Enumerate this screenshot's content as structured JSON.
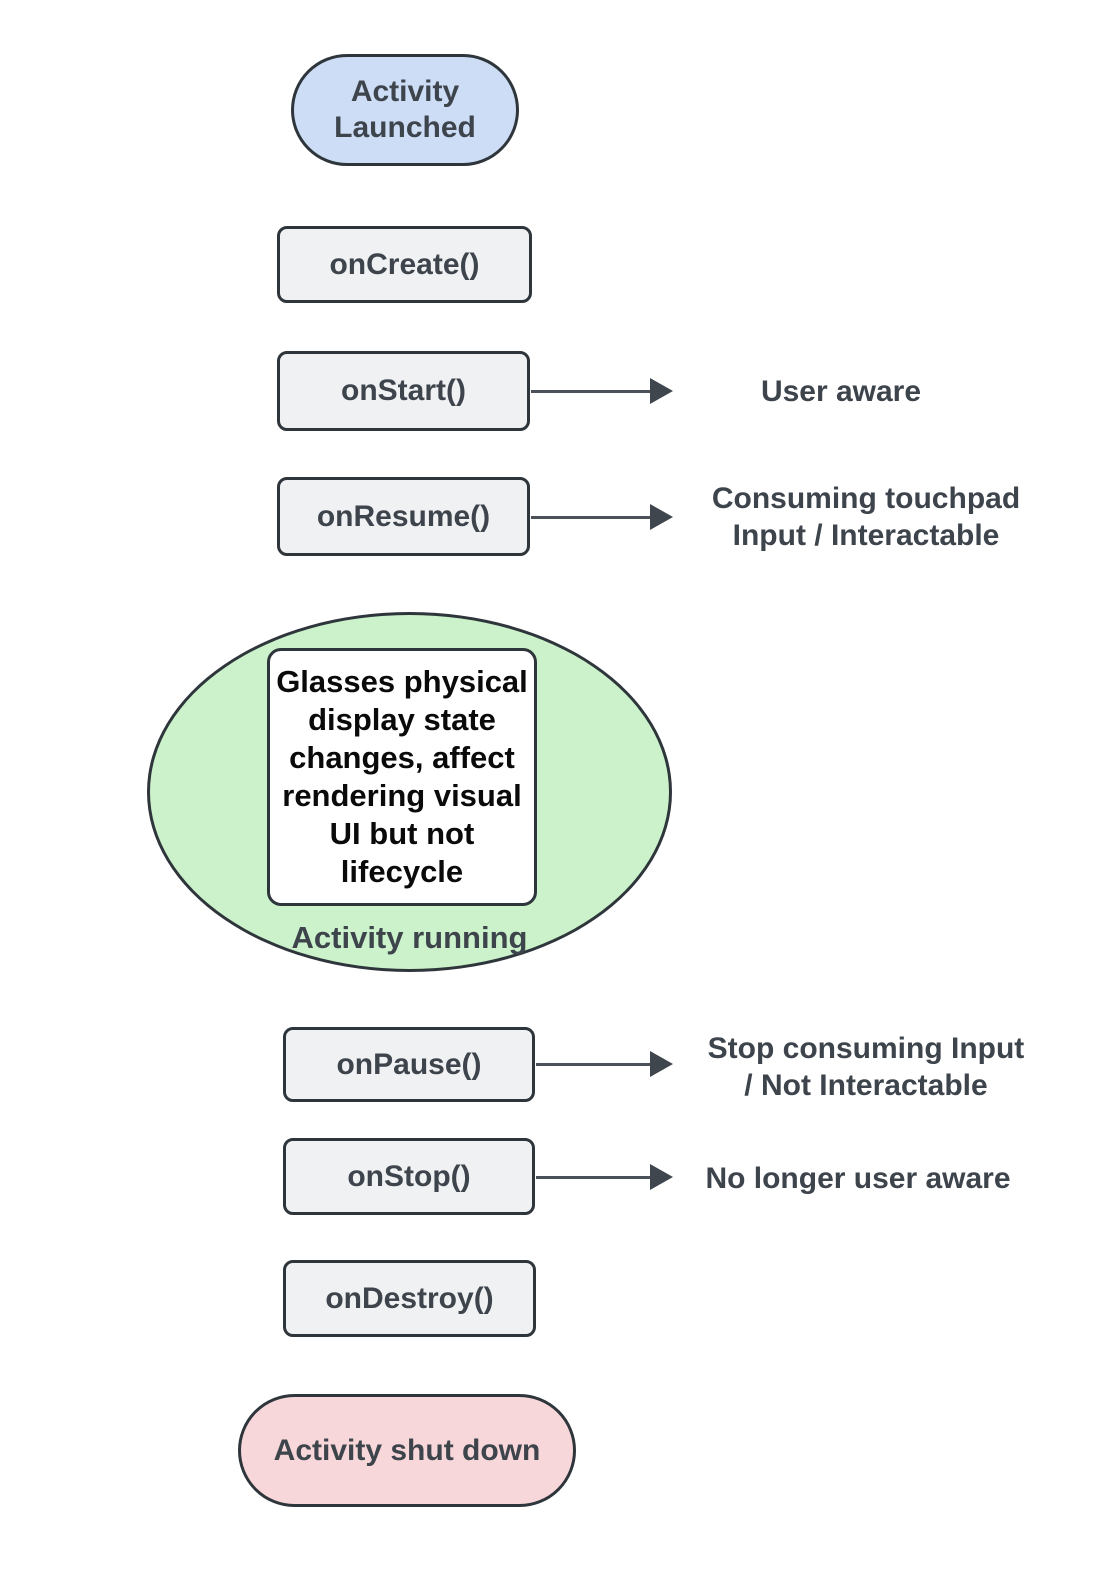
{
  "diagram": {
    "nodes": {
      "activity_launched": {
        "label": "Activity\nLaunched"
      },
      "on_create": {
        "label": "onCreate()"
      },
      "on_start": {
        "label": "onStart()"
      },
      "on_resume": {
        "label": "onResume()"
      },
      "activity_running": {
        "label": "Activity running",
        "note": "Glasses physical\ndisplay state\nchanges, affect\nrendering visual\nUI but not\nlifecycle"
      },
      "on_pause": {
        "label": "onPause()"
      },
      "on_stop": {
        "label": "onStop()"
      },
      "on_destroy": {
        "label": "onDestroy()"
      },
      "activity_shut_down": {
        "label": "Activity shut down"
      }
    },
    "annotations": {
      "on_start": "User aware",
      "on_resume": "Consuming touchpad\nInput / Interactable",
      "on_pause": "Stop consuming Input\n/ Not Interactable",
      "on_stop": "No longer user aware"
    },
    "colors": {
      "launched_fill": "#cdddf6",
      "callback_fill": "#f0f1f3",
      "running_fill": "#cbf2ca",
      "shutdown_fill": "#f8d7da",
      "note_fill": "#ffffff",
      "border": "#2e353b",
      "label_text": "#3d444c",
      "note_text": "#0a0a0a",
      "arrow": "#3f464d"
    }
  }
}
